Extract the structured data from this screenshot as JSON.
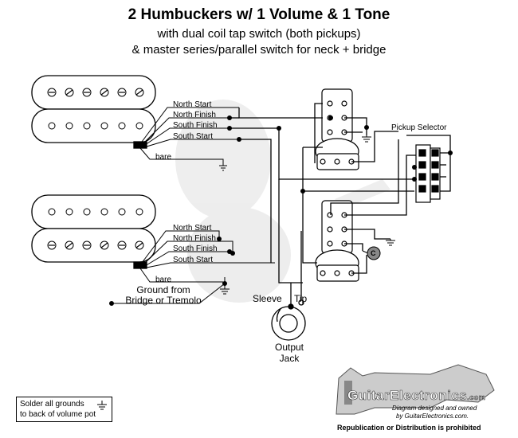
{
  "header": {
    "title": "2 Humbuckers w/ 1 Volume & 1 Tone",
    "subtitle_1": "with dual coil tap switch (both pickups)",
    "subtitle_2": "& master series/parallel switch for neck + bridge"
  },
  "pickup1": {
    "wire_1": "North Start",
    "wire_2": "North Finish",
    "wire_3": "South Finish",
    "wire_4": "South Start",
    "bare": "bare"
  },
  "pickup2": {
    "wire_1": "North Start",
    "wire_2": "North Finish",
    "wire_3": "South Finish",
    "wire_4": "South Start",
    "bare": "bare"
  },
  "selector": {
    "label": "Pickup Selector"
  },
  "ground": {
    "line_1": "Ground from",
    "line_2": "Bridge or Tremolo"
  },
  "jack": {
    "sleeve": "Sleeve",
    "tip": "Tip",
    "line_1": "Output",
    "line_2": "Jack"
  },
  "capacitor": {
    "label": "C"
  },
  "note": {
    "line_1": "Solder all grounds",
    "line_2": "to back of volume pot"
  },
  "logo": {
    "name": "GuitarElectronics",
    "suffix": ".com",
    "line_1": "Diagram designed and owned",
    "line_2": "by GuitarElectronics.com.",
    "repub": "Republication or Distribution is prohibited"
  },
  "colors": {
    "ink": "#000000",
    "watermark": "#bbbbbb",
    "capacitor": "#888888"
  }
}
